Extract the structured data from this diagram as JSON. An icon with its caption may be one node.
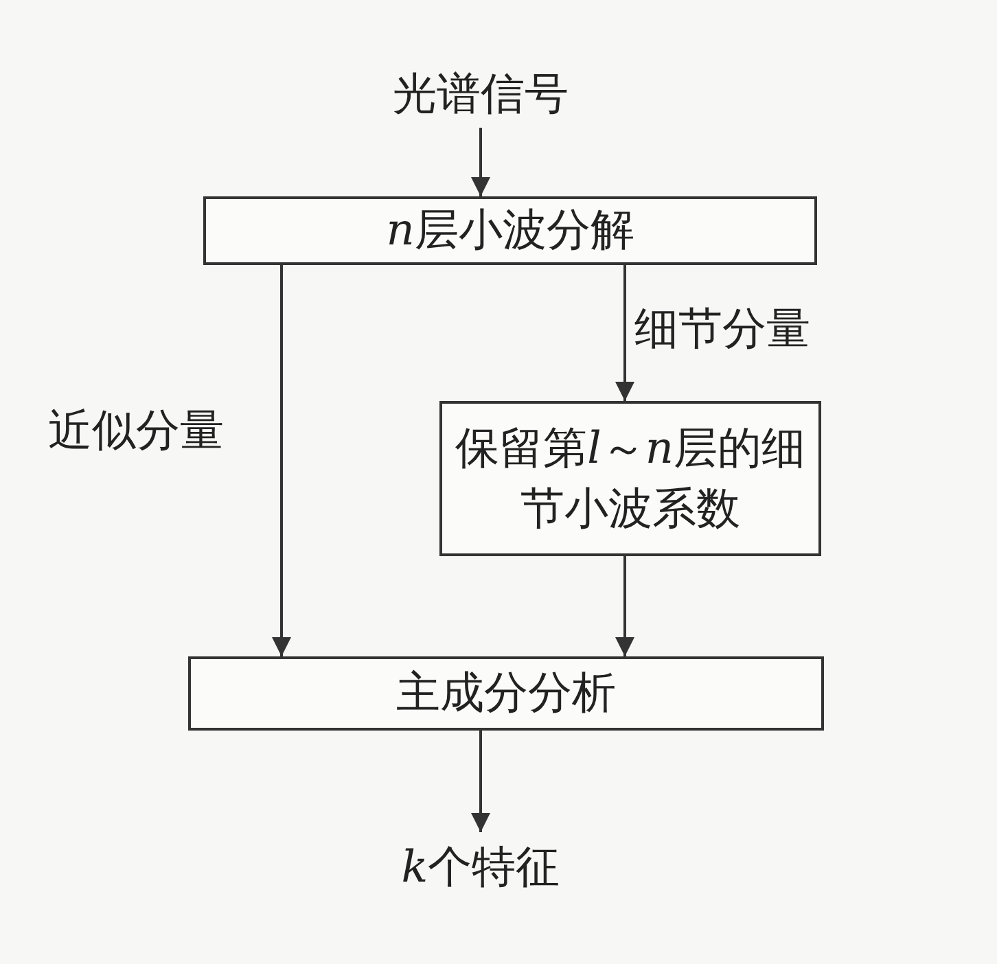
{
  "diagram": {
    "nodes": [
      {
        "text": [
          "光谱信号"
        ]
      },
      {
        "text": [
          "n层小波分解"
        ]
      },
      {
        "text": [
          "保留第l～n层的细节小波系数"
        ]
      },
      {
        "text": [
          "主成分分析"
        ]
      },
      {
        "text": [
          "k个特征"
        ]
      }
    ],
    "edges": [
      {
        "from": 0,
        "to": 1,
        "arrow": "to"
      },
      {
        "from": 1,
        "to": 3,
        "arrow": "to",
        "label": "近似分量"
      },
      {
        "from": 1,
        "to": 2,
        "arrow": "to",
        "label": "细节分量"
      },
      {
        "from": 2,
        "to": 3,
        "arrow": "to"
      },
      {
        "from": 3,
        "to": 4,
        "arrow": "to"
      }
    ]
  }
}
